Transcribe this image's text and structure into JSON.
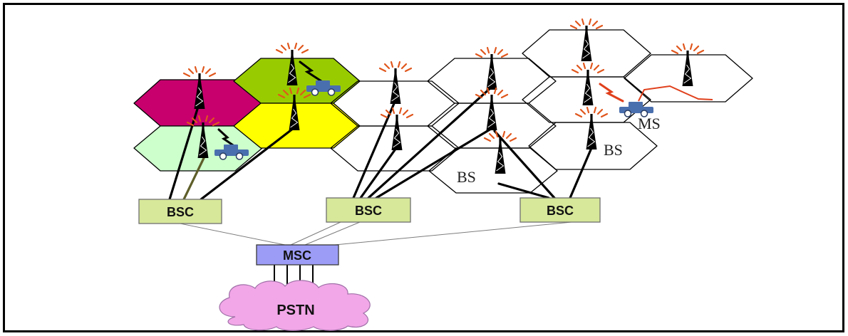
{
  "diagram": {
    "base_station_controllers": [
      {
        "label": "BSC"
      },
      {
        "label": "BSC"
      },
      {
        "label": "BSC"
      }
    ],
    "switching_center": {
      "label": "MSC"
    },
    "public_network": {
      "label": "PSTN"
    },
    "labels": {
      "mobile_station": "MS",
      "base_station_right": "BS",
      "base_station_left": "BS"
    }
  },
  "icons": {
    "antenna": "antenna-tower-icon",
    "mobile": "car-icon",
    "radio_link": "lightning-bolt-icon",
    "network": "cloud-icon"
  },
  "colors": {
    "cell_magenta": "#C8006E",
    "cell_lime": "#99CC00",
    "cell_pale_green": "#CCFFCC",
    "cell_yellow": "#FFFF00",
    "bsc_fill": "#D7E89A",
    "msc_fill": "#9C9CF7",
    "pstn_fill": "#F2A7E8",
    "antenna_signal": "#E0561C",
    "mobile_station": "#4A6FAE",
    "backhaul_link": "#000000",
    "backhaul_link_alt": "#5E5E2A",
    "radio_bolt": "#000000",
    "uplink_signal": "#E0401C"
  }
}
